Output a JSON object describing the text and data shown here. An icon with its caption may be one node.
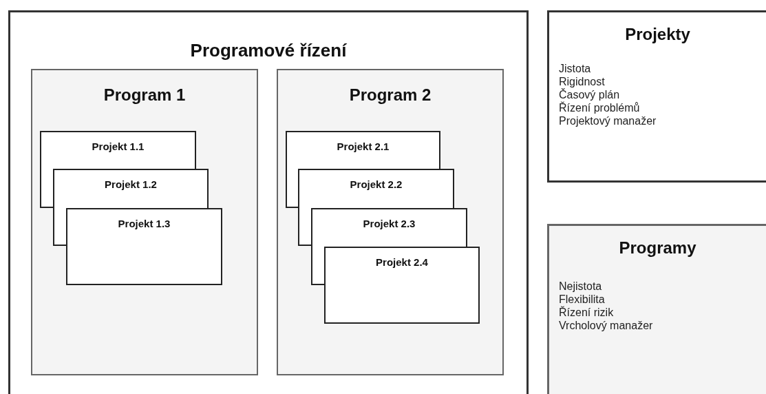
{
  "diagram": {
    "nodes": [
      {
        "text": [
          "Programové řízení"
        ]
      },
      {
        "text": [
          "Program 1"
        ],
        "in": 0
      },
      {
        "text": [
          "Projekt 1.1"
        ],
        "in": 1
      },
      {
        "text": [
          "Projekt 1.2"
        ],
        "in": 1
      },
      {
        "text": [
          "Projekt 1.3"
        ],
        "in": 1
      },
      {
        "text": [
          "Program 2"
        ],
        "in": 0
      },
      {
        "text": [
          "Projekt 2.1"
        ],
        "in": 5
      },
      {
        "text": [
          "Projekt 2.2"
        ],
        "in": 5
      },
      {
        "text": [
          "Projekt 2.3"
        ],
        "in": 5
      },
      {
        "text": [
          "Projekt 2.4"
        ],
        "in": 5
      },
      {
        "text": [
          "Projekty",
          "Jistota",
          "Rigidnost",
          "Časový plán",
          "Řízení problémů",
          "Projektový manažer"
        ]
      },
      {
        "text": [
          "Programy",
          "Nejistota",
          "Flexibilita",
          "Řízení rizik",
          "Vrcholový manažer"
        ]
      }
    ]
  }
}
